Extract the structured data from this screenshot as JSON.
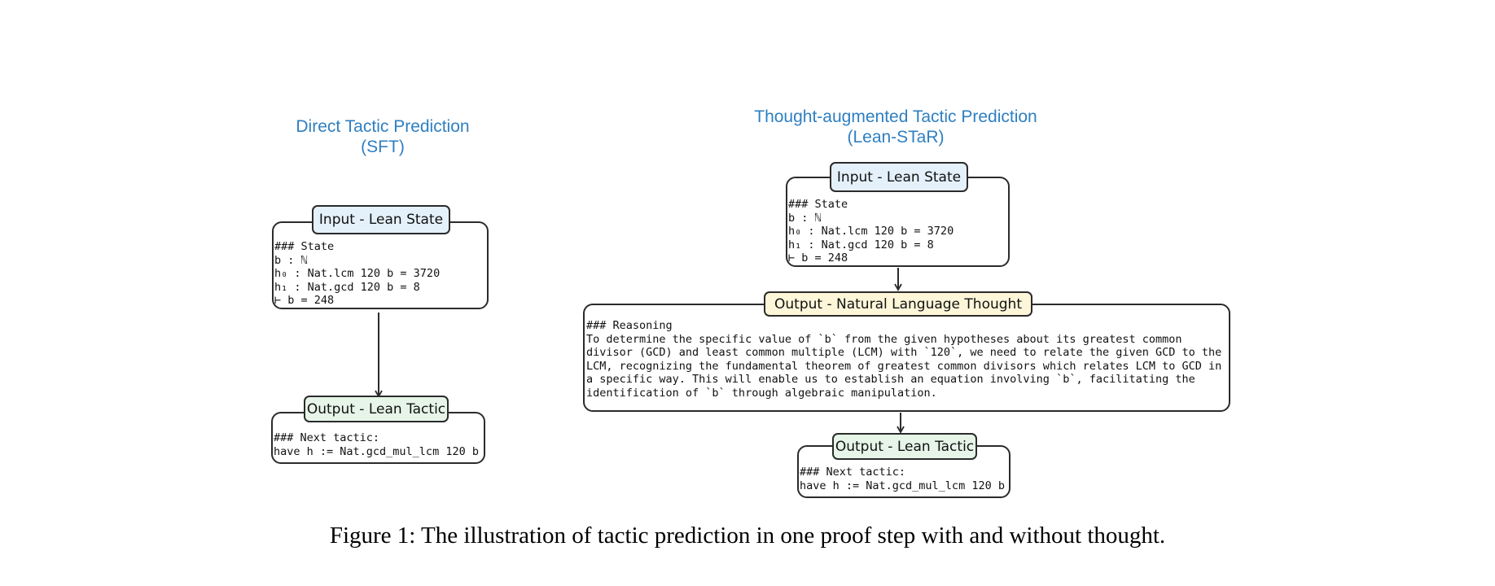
{
  "left": {
    "title_line1": "Direct Tactic Prediction",
    "title_line2": "(SFT)",
    "input_label": "Input - Lean State",
    "input_text": "### State\nb : ℕ\nh₀ : Nat.lcm 120 b = 3720\nh₁ : Nat.gcd 120 b = 8\n⊢ b = 248",
    "output_label": "Output - Lean Tactic",
    "output_text": "### Next tactic:\nhave h := Nat.gcd_mul_lcm 120 b"
  },
  "right": {
    "title_line1": "Thought-augmented Tactic Prediction",
    "title_line2": "(Lean-STaR)",
    "input_label": "Input - Lean State",
    "input_text": "### State\nb : ℕ\nh₀ : Nat.lcm 120 b = 3720\nh₁ : Nat.gcd 120 b = 8\n⊢ b = 248",
    "thought_label": "Output - Natural Language Thought",
    "thought_text": "### Reasoning\nTo determine the specific value of `b` from the given hypotheses about its greatest common\ndivisor (GCD) and least common multiple (LCM) with `120`, we need to relate the given GCD to the\nLCM, recognizing the fundamental theorem of greatest common divisors which relates LCM to GCD in\na specific way. This will enable us to establish an equation involving `b`, facilitating the\nidentification of `b` through algebraic manipulation.",
    "output_label": "Output - Lean Tactic",
    "output_text": "### Next tactic:\nhave h := Nat.gcd_mul_lcm 120 b"
  },
  "caption": "Figure 1: The illustration of tactic prediction in one proof step with and without thought.",
  "colors": {
    "title": "#2f7fc1",
    "input_fill": "#e4f1fb",
    "thought_fill": "#fdf6d9",
    "output_fill": "#e6f5e8",
    "stroke": "#2b2b2b"
  }
}
